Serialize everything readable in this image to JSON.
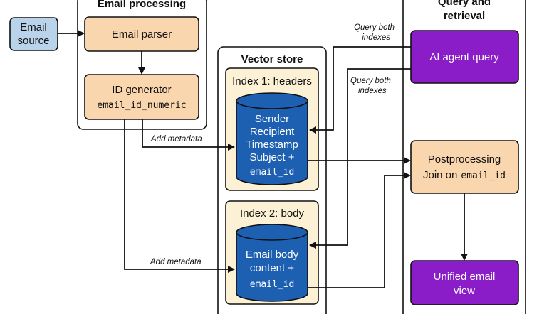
{
  "groups": {
    "email_processing": "Email processing",
    "vector_store": "Vector store",
    "query_retrieval": [
      "Query and",
      "retrieval"
    ]
  },
  "nodes": {
    "email_source": [
      "Email",
      "source"
    ],
    "email_parser": "Email parser",
    "id_generator": "ID generator",
    "id_generator_code": "email_id_numeric",
    "index1_title": "Index 1: headers",
    "index1_db": [
      "Sender",
      "Recipient",
      "Timestamp",
      "Subject +"
    ],
    "index1_code": "email_id",
    "index2_title": "Index 2: body",
    "index2_db": [
      "Email body",
      "content +"
    ],
    "index2_code": "email_id",
    "ai_agent": "AI agent query",
    "postprocessing": "Postprocessing",
    "join_prefix": "Join on",
    "join_code": "email_id",
    "unified_view": [
      "Unified email",
      "view"
    ]
  },
  "edge_labels": {
    "add_metadata_1": "Add metadata",
    "add_metadata_2": "Add metadata",
    "query_both_1": [
      "Query both",
      "indexes"
    ],
    "query_both_2": [
      "Query both",
      "indexes"
    ]
  },
  "colors": {
    "source_fill": "#b9d4ea",
    "process_fill": "#f9d6ad",
    "index_fill": "#fcf1d4",
    "db_fill": "#1d5fb0",
    "agent_fill": "#8a1dc7"
  }
}
